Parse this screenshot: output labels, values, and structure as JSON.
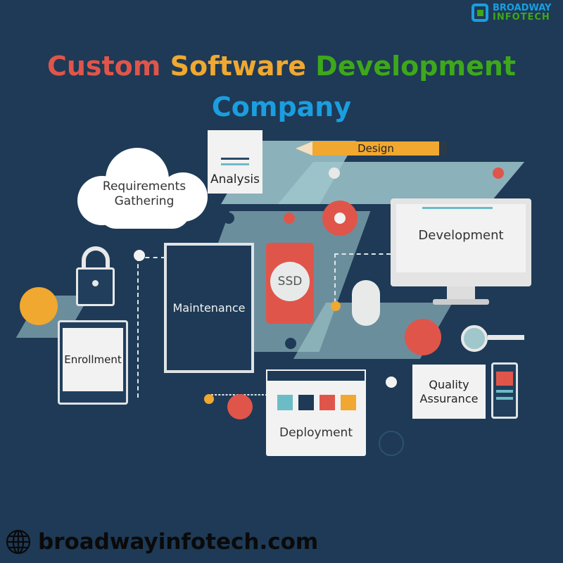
{
  "logo": {
    "line1": "BROADWAY",
    "line2": "INFOTECH"
  },
  "title": {
    "word1": "Custom",
    "word2": "Software",
    "word3": "Development",
    "line2": "Company"
  },
  "colors": {
    "background": "#1e3a56",
    "red": "#e0554a",
    "orange": "#f0a830",
    "green": "#3da81a",
    "blue": "#1a9ee0"
  },
  "stages": {
    "requirements": "Requirements Gathering",
    "analysis": "Analysis",
    "design": "Design",
    "development": "Development",
    "ssd": "SSD",
    "maintenance": "Maintenance",
    "enrollment": "Enrollment",
    "deployment": "Deployment",
    "quality": "Quality Assurance"
  },
  "footer": {
    "website": "broadwayinfotech.com",
    "icon": "globe-icon"
  }
}
